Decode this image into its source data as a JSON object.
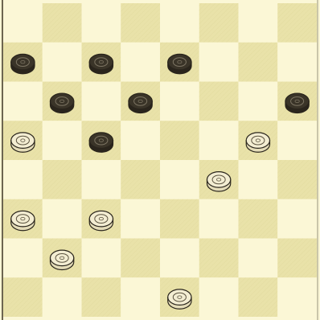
{
  "board": {
    "rows": 8,
    "cols": 8,
    "light_square_color": "#fbf7d6",
    "dark_square_color": "#e9e2a9",
    "border_color": "#3c3524"
  },
  "pieces": [
    {
      "id": "dark-r1-c0",
      "color": "dark",
      "row": 1,
      "col": 0
    },
    {
      "id": "dark-r1-c2",
      "color": "dark",
      "row": 1,
      "col": 2
    },
    {
      "id": "dark-r1-c4",
      "color": "dark",
      "row": 1,
      "col": 4
    },
    {
      "id": "dark-r2-c1",
      "color": "dark",
      "row": 2,
      "col": 1
    },
    {
      "id": "dark-r2-c3",
      "color": "dark",
      "row": 2,
      "col": 3
    },
    {
      "id": "dark-r2-c7",
      "color": "dark",
      "row": 2,
      "col": 7
    },
    {
      "id": "light-r3-c0",
      "color": "light",
      "row": 3,
      "col": 0
    },
    {
      "id": "dark-r3-c2",
      "color": "dark",
      "row": 3,
      "col": 2
    },
    {
      "id": "light-r3-c6",
      "color": "light",
      "row": 3,
      "col": 6
    },
    {
      "id": "light-r4-c5",
      "color": "light",
      "row": 4,
      "col": 5
    },
    {
      "id": "light-r5-c0",
      "color": "light",
      "row": 5,
      "col": 0
    },
    {
      "id": "light-r5-c2",
      "color": "light",
      "row": 5,
      "col": 2
    },
    {
      "id": "light-r6-c1",
      "color": "light",
      "row": 6,
      "col": 1
    },
    {
      "id": "light-r7-c4",
      "color": "light",
      "row": 7,
      "col": 4
    }
  ],
  "piece_colors": {
    "dark_fill": "#3a3428",
    "dark_ring": "#7d7563",
    "light_fill": "#f3edd2",
    "light_ring": "#5a523f"
  }
}
